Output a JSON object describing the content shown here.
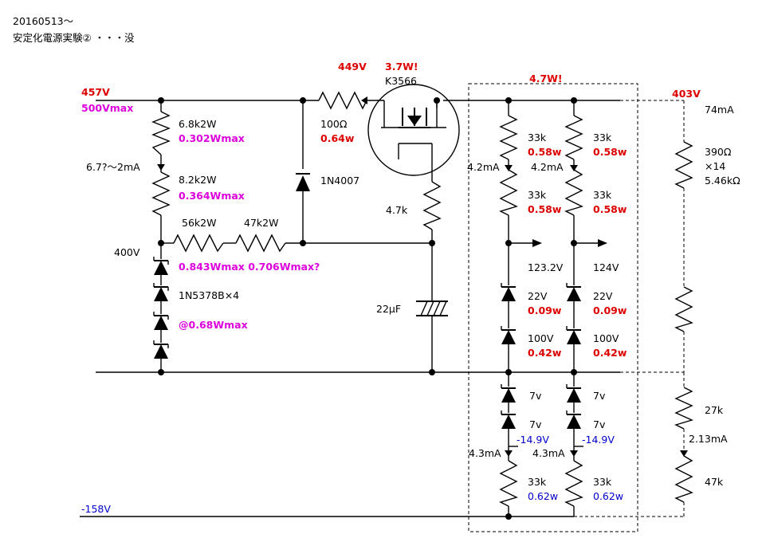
{
  "header": {
    "date": "20160513〜",
    "title": "安定化電源実験② ・・・没"
  },
  "labels": {
    "v457": "457V",
    "v500max": "500Vmax",
    "r_6k8": "6.8k2W",
    "p_6k8": "0.302Wmax",
    "i_bleed": "6.7?〜2mA",
    "r_8k2": "8.2k2W",
    "p_8k2": "0.364Wmax",
    "r_56k": "56k2W",
    "r_47k2w": "47k2W",
    "v400": "400V",
    "p_56k_47k": "0.843Wmax 0.706Wmax?",
    "zener_ref": "1N5378B×4",
    "p_zener": "@0.68Wmax",
    "v449": "449V",
    "p_fet": "3.7W!",
    "fet": "K3566",
    "r_100": "100Ω",
    "p_100": "0.64w",
    "diode": "1N4007",
    "r_4k7": "4.7k",
    "cap": "22μF",
    "p_box": "4.7W!",
    "v403": "403V",
    "i_74": "74mA",
    "r_390": "390Ω",
    "r_390n": "×14",
    "r_5k46": "5.46kΩ",
    "l_33k_a": "33k",
    "l_p058_a": "0.58w",
    "l_i42": "4.2mA",
    "l_33k_b": "33k",
    "l_p058_b": "0.58w",
    "l_v1232": "123.2V",
    "l_22v": "22V",
    "l_p009": "0.09w",
    "l_100v": "100V",
    "l_p042": "0.42w",
    "l_7v_a": "7v",
    "l_7v_b": "7v",
    "l_m149": "-14.9V",
    "l_i43": "4.3mA",
    "l_33k_c": "33k",
    "l_p062": "0.62w",
    "r_33k_a": "33k",
    "r_p058_a": "0.58w",
    "r_i42": "4.2mA",
    "r_33k_b": "33k",
    "r_p058_b": "0.58w",
    "r_v124": "124V",
    "r_22v": "22V",
    "r_p009": "0.09w",
    "r_100v": "100V",
    "r_p042": "0.42w",
    "r_7v_a": "7v",
    "r_7v_b": "7v",
    "r_m149": "-14.9V",
    "r_i43": "4.3mA",
    "r_33k_c": "33k",
    "r_p062": "0.62w",
    "r_27k": "27k",
    "i_213": "2.13mA",
    "r_47k": "47k",
    "v_m158": "-158V"
  }
}
